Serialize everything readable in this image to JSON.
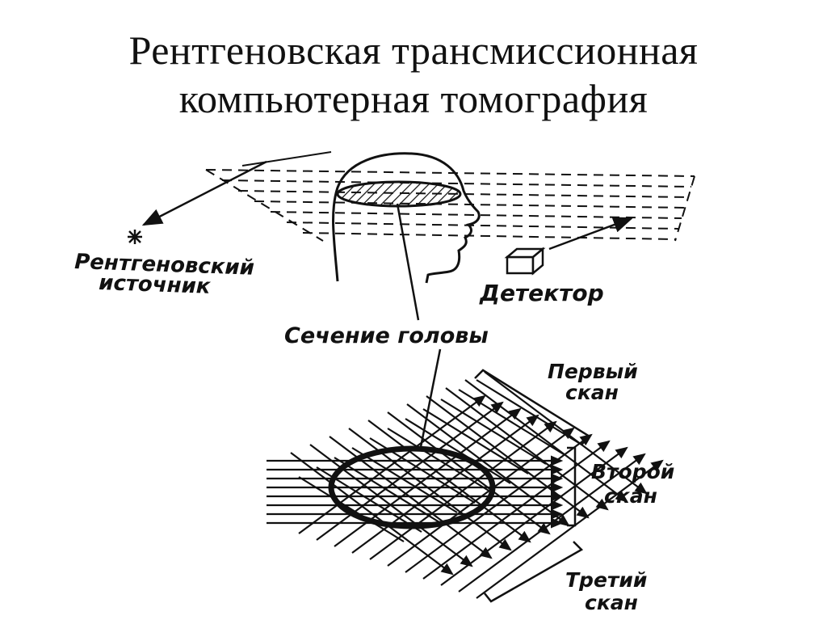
{
  "title": {
    "line1": "Рентгеновская трансмиссионная",
    "line2": "компьютерная томография"
  },
  "labels": {
    "source_l1": "Рентгеновский",
    "source_l2": "источник",
    "detector": "Детектор",
    "section": "Сечение головы",
    "scan1_l1": "Первый",
    "scan1_l2": "скан",
    "scan2_l1": "Второй",
    "scan2_l2": "скан",
    "scan3_l1": "Третий",
    "scan3_l2": "скан"
  },
  "colors": {
    "ink": "#111111",
    "background": "#ffffff"
  }
}
